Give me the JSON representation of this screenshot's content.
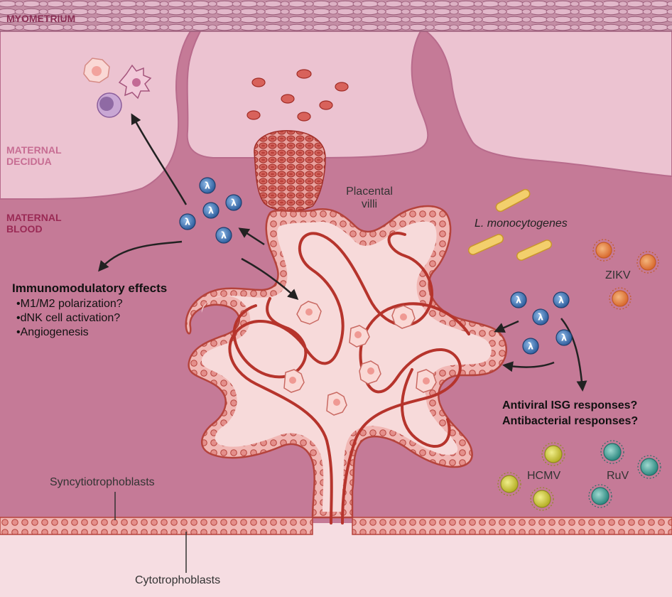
{
  "regions": {
    "myometrium": "MYOMETRIUM",
    "maternal_decidua": "MATERNAL DECIDUA",
    "maternal_blood": "MATERNAL BLOOD"
  },
  "structures": {
    "placental_villi": "Placental villi",
    "syncytiotrophoblasts": "Syncytiotrophoblasts",
    "cytotrophoblasts": "Cytotrophoblasts"
  },
  "pathogens": {
    "bacterium": "L. monocytogenes",
    "zikv": "ZIKV",
    "hcmv": "HCMV",
    "ruv": "RuV"
  },
  "cytokine_symbol": "λ",
  "immunomodulatory": {
    "heading": "Immunomodulatory effects",
    "items": [
      "M1/M2 polarization?",
      "dNK cell activation?",
      "Angiogenesis"
    ]
  },
  "responses": [
    "Antiviral ISG responses?",
    "Antibacterial responses?"
  ],
  "colors": {
    "decidua": "#ecc3d1",
    "maternal_blood": "#c57a97",
    "villus_core": "#f7dada",
    "vessel": "#b6342c",
    "trophoblast": "#e79c99",
    "zikv": "#e07a3f",
    "hcmv": "#c8c43a",
    "ruv": "#3f9c93",
    "lambda": "#3f74b5"
  }
}
